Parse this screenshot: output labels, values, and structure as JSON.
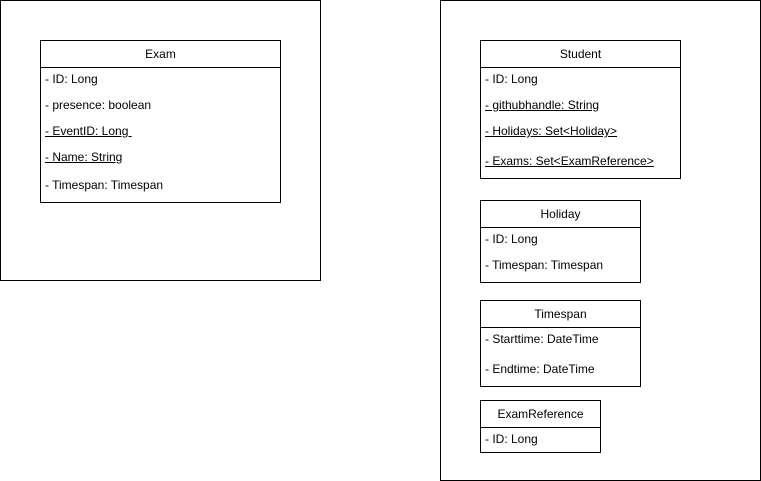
{
  "frames": [
    {
      "name": "left-frame"
    },
    {
      "name": "right-frame"
    }
  ],
  "classes": {
    "exam": {
      "title": "Exam",
      "attrs": [
        "- ID: Long",
        "- presence: boolean",
        "- EventID: Long ",
        "- Name: String",
        "- Timespan: Timespan"
      ]
    },
    "student": {
      "title": "Student",
      "attrs": [
        "- ID: Long",
        "- githubhandle: String",
        "- Holidays: Set<Holiday>",
        "- Exams: Set<ExamReference>"
      ]
    },
    "holiday": {
      "title": "Holiday",
      "attrs": [
        "- ID: Long",
        "- Timespan: Timespan"
      ]
    },
    "timespan": {
      "title": "Timespan",
      "attrs": [
        "- Starttime: DateTime",
        "- Endtime: DateTime"
      ]
    },
    "examreference": {
      "title": "ExamReference",
      "attrs": [
        "- ID: Long"
      ]
    }
  }
}
